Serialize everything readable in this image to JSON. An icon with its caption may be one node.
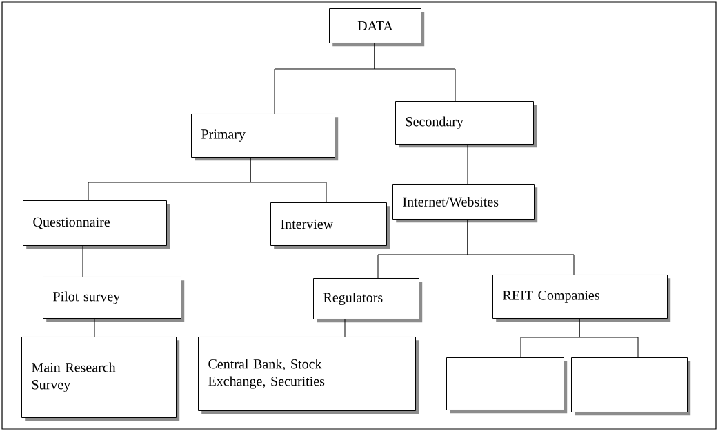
{
  "diagram": {
    "nodes": [
      {
        "text": [
          "DATA"
        ]
      },
      {
        "text": [
          "Primary"
        ]
      },
      {
        "text": [
          "Secondary"
        ]
      },
      {
        "text": [
          "Questionnaire"
        ]
      },
      {
        "text": [
          "Interview"
        ]
      },
      {
        "text": [
          "Internet/Websites"
        ]
      },
      {
        "text": [
          "Pilot survey"
        ]
      },
      {
        "text": [
          "Regulators"
        ]
      },
      {
        "text": [
          "REIT Companies"
        ]
      },
      {
        "text": [
          "Main Research Survey"
        ]
      },
      {
        "text": [
          "Central Bank, Stock Exchange, Securities"
        ]
      },
      {
        "text": [],
        "shape": "box"
      },
      {
        "text": [],
        "shape": "box"
      }
    ],
    "edges": [
      {
        "from": 0,
        "to": 1,
        "arrow": "none"
      },
      {
        "from": 0,
        "to": 2,
        "arrow": "none"
      },
      {
        "from": 1,
        "to": 3,
        "arrow": "none"
      },
      {
        "from": 1,
        "to": 4,
        "arrow": "none"
      },
      {
        "from": 2,
        "to": 5,
        "arrow": "none"
      },
      {
        "from": 3,
        "to": 6,
        "arrow": "none"
      },
      {
        "from": 6,
        "to": 9,
        "arrow": "none"
      },
      {
        "from": 5,
        "to": 7,
        "arrow": "none"
      },
      {
        "from": 5,
        "to": 8,
        "arrow": "none"
      },
      {
        "from": 7,
        "to": 10,
        "arrow": "none"
      },
      {
        "from": 8,
        "to": 11,
        "arrow": "none"
      },
      {
        "from": 8,
        "to": 12,
        "arrow": "none"
      }
    ]
  }
}
